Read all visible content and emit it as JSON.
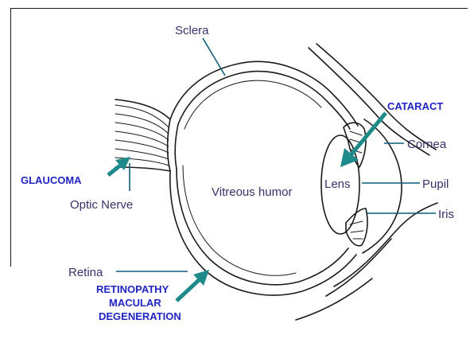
{
  "labels": {
    "sclera": "Sclera",
    "cornea": "Cornea",
    "pupil": "Pupil",
    "iris": "Iris",
    "lens": "Lens",
    "vitreous": "Vitreous humor",
    "optic_nerve": "Optic Nerve",
    "retina": "Retina"
  },
  "conditions": {
    "cataract": "CATARACT",
    "glaucoma": "GLAUCOMA",
    "retinopathy_1": "RETINOPATHY",
    "retinopathy_2": "MACULAR",
    "retinopathy_3": "DEGENERATION"
  },
  "colors": {
    "label_text": "#3b2f6b",
    "condition_text": "#1f24c4",
    "arrow": "#1f8a8a",
    "leader": "#0e5c7a",
    "outline": "#1a1a1a"
  }
}
